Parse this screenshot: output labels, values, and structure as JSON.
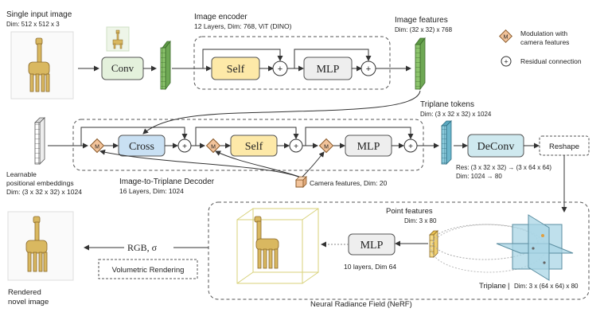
{
  "input": {
    "title": "Single input image",
    "dim": "Dim: 512 x 512 x 3"
  },
  "encoder": {
    "conv_label": "Conv",
    "title": "Image encoder",
    "subtitle": "12 Layers, Dim: 768, ViT (DINO)",
    "self_label": "Self",
    "mlp_label": "MLP"
  },
  "image_features": {
    "title": "Image features",
    "dim": "Dim: (32 x 32) x 768"
  },
  "legend": {
    "modulation_symbol": "M",
    "modulation_line1": "Modulation with",
    "modulation_line2": "camera features",
    "residual_symbol": "+",
    "residual_label": "Residual connection"
  },
  "decoder": {
    "cross_label": "Cross",
    "self_label": "Self",
    "mlp_label": "MLP",
    "title": "Image-to-Triplane Decoder",
    "subtitle": "16 Layers, Dim: 1024"
  },
  "positional": {
    "line1": "Learnable",
    "line2": "positional embeddings",
    "dim": "Dim: (3 x 32 x 32) x 1024"
  },
  "camera": {
    "label": "Camera features, Dim: 20"
  },
  "triplane_tokens": {
    "title": "Triplane  tokens",
    "dim": "Dim: (3 x 32 x 32) x 1024"
  },
  "deconv": {
    "label": "DeConv",
    "res": "Res: (3 x 32 x 32) → (3 x 64 x 64)",
    "dim": "Dim: 1024 → 80"
  },
  "reshape_label": "Reshape",
  "nerf": {
    "point_features_title": "Point features",
    "point_features_dim": "Dim: 3 x 80",
    "mlp_label": "MLP",
    "mlp_layers": "10 layers, Dim 64",
    "triplane_label": "Triplane",
    "triplane_dim": "Dim: 3 x (64 x 64) x 80",
    "caption": "Neural Radiance Field (NeRF)",
    "rgb_label": "RGB, σ",
    "volumetric_label": "Volumetric Rendering"
  },
  "output": {
    "line1": "Rendered",
    "line2": "novel image"
  },
  "colors": {
    "self_fill": "#fde9a8",
    "cross_fill": "#c9e0f3",
    "mlp_fill": "#eeeeee",
    "conv_fill": "#e4f1dc",
    "deconv_fill": "#cfe9ef",
    "feature_green": "#8cc46c",
    "token_teal": "#8ccbdc",
    "point_yellow": "#f0d070",
    "modulation_orange": "#f2c39a",
    "triplane_blue": "#a9d5e6"
  }
}
